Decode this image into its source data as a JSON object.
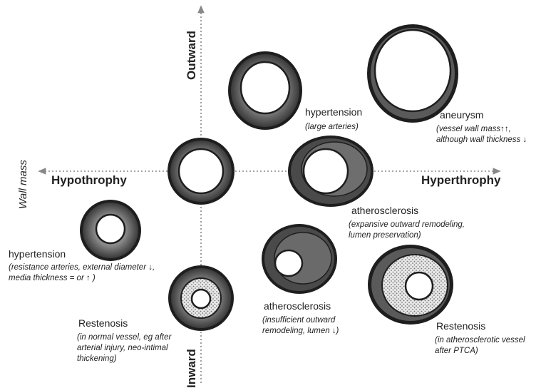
{
  "axes": {
    "outward": "Outward",
    "inward": "Inward",
    "hypothrophy": "Hypothrophy",
    "hyperthrophy": "Hyperthrophy",
    "wall_mass": "Wall mass"
  },
  "labels": {
    "hypertension_large": {
      "name": "hypertension",
      "note": [
        "(large arteries)"
      ]
    },
    "aneurysm": {
      "name": "aneurysm",
      "note": [
        "(vessel wall mass↑↑,",
        "although wall thickness ↓"
      ]
    },
    "atherosclerosis_expansive": {
      "name": "atherosclerosis",
      "note": [
        "(expansive outward remodeling,",
        "lumen preservation)"
      ]
    },
    "hypertension_resistance": {
      "name": "hypertension",
      "note": [
        "(resistance arteries, external diameter ↓,",
        "media thickness = or ↑ )"
      ]
    },
    "restenosis_normal": {
      "name": "Restenosis",
      "note": [
        "(in normal vessel, eg after",
        "arterial injury, neo-intimal",
        "thickening)"
      ]
    },
    "atherosclerosis_insufficient": {
      "name": "atherosclerosis",
      "note": [
        "(insufficient outward",
        "remodeling, lumen ↓)"
      ]
    },
    "restenosis_athero": {
      "name": "Restenosis",
      "note": [
        "(in atherosclerotic vessel",
        "after PTCA)"
      ]
    }
  },
  "colors": {
    "wall_outer": "#2a2a2a",
    "wall_inner": "#6e6e6e",
    "lumen": "#ffffff",
    "axis": "#888888"
  }
}
